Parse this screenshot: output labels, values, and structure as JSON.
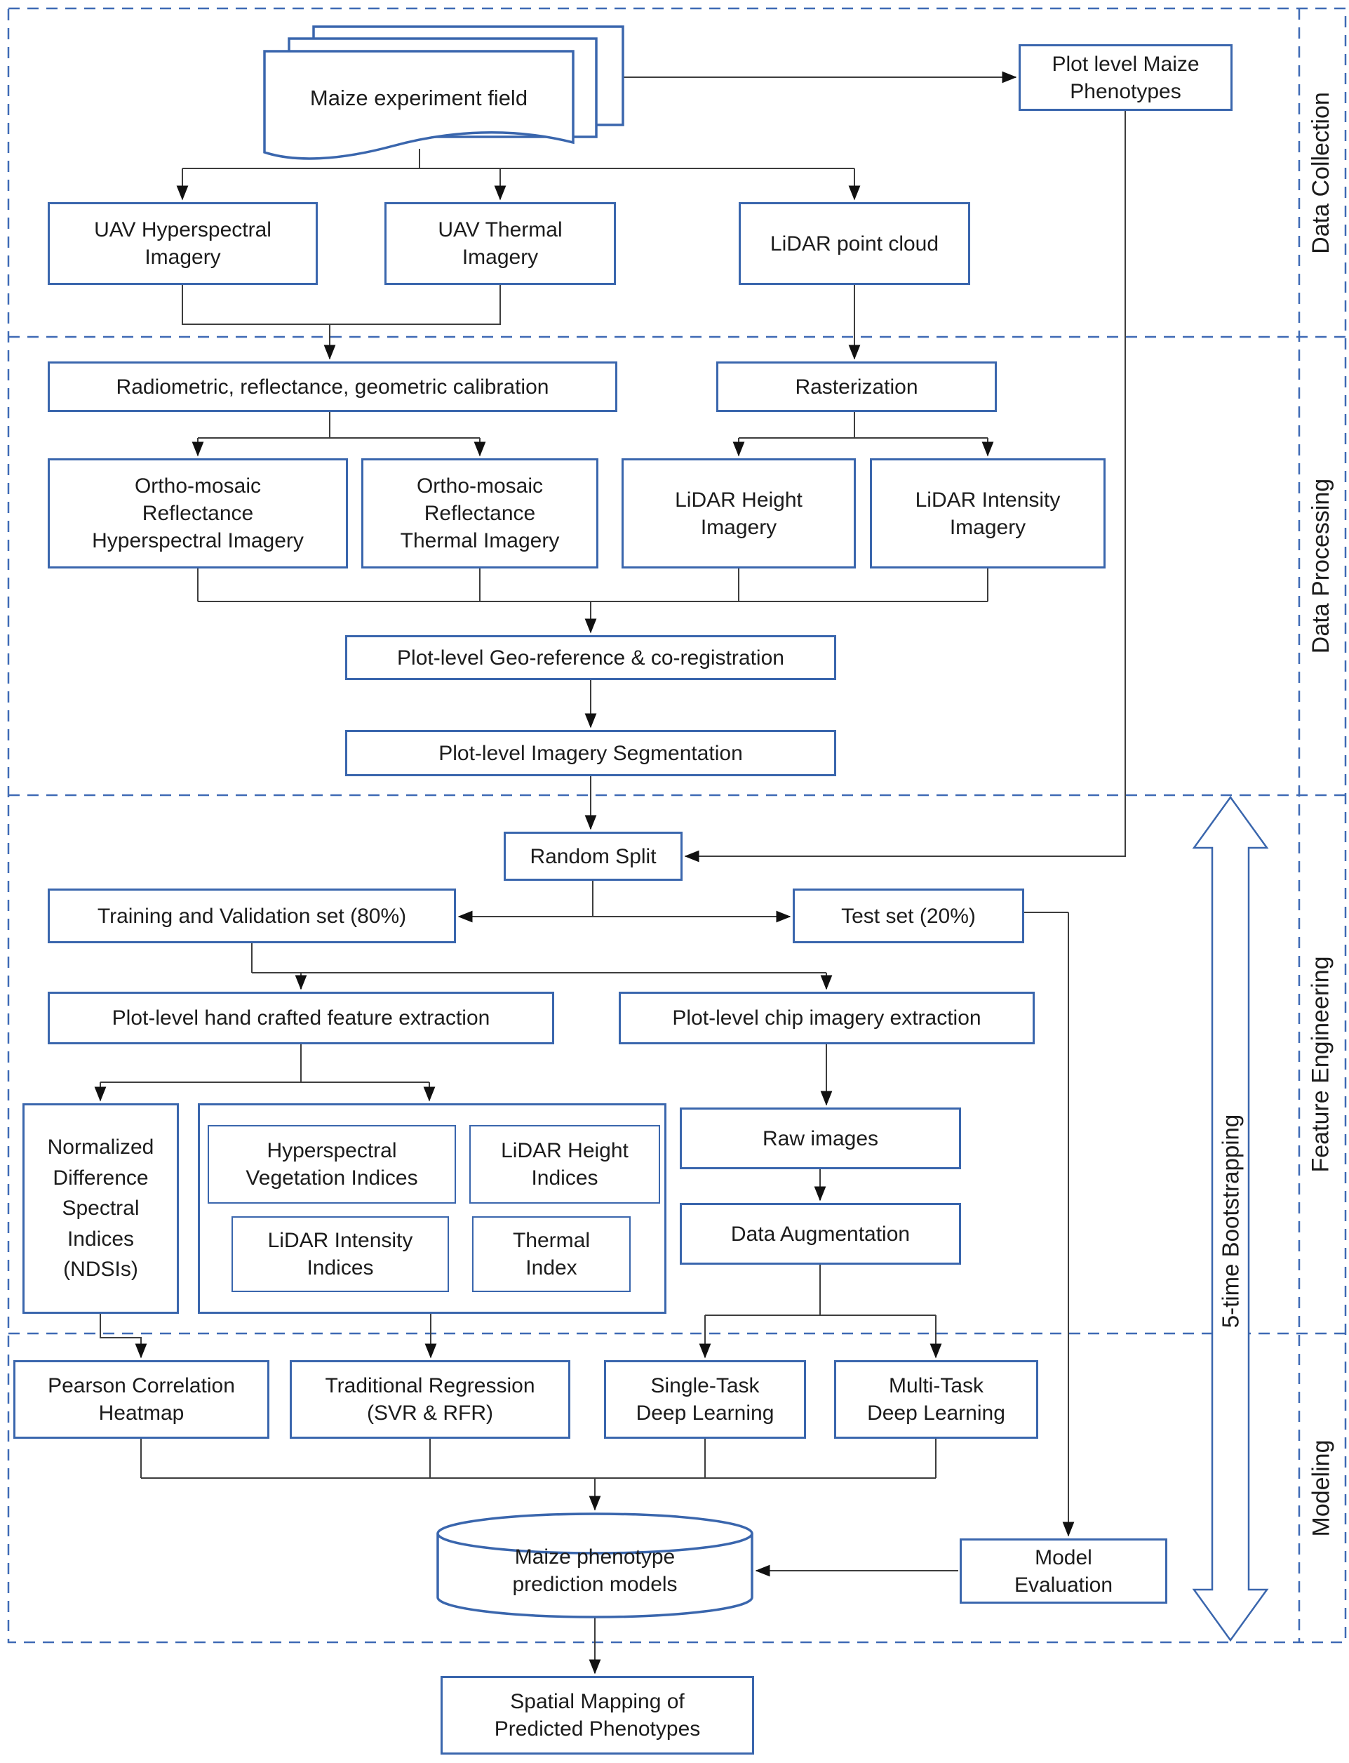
{
  "figure": {
    "sections": {
      "data_collection": "Data Collection",
      "data_processing": "Data Processing",
      "feature_engineering": "Feature Engineering",
      "modeling": "Modeling"
    },
    "bootstrap_arrow_label": "5-time Bootstrapping",
    "nodes": {
      "maize_field": "Maize experiment field",
      "plot_phenotypes": "Plot level Maize\nPhenotypes",
      "uav_hyper": "UAV Hyperspectral\nImagery",
      "uav_thermal": "UAV Thermal\nImagery",
      "lidar_point_cloud": "LiDAR point cloud",
      "calibration": "Radiometric, reflectance, geometric calibration",
      "rasterization": "Rasterization",
      "ortho_hyper": "Ortho-mosaic\nReflectance\nHyperspectral Imagery",
      "ortho_thermal": "Ortho-mosaic\nReflectance\nThermal Imagery",
      "lidar_height_imagery": "LiDAR Height\nImagery",
      "lidar_intensity_imagery": "LiDAR Intensity\nImagery",
      "georeference": "Plot-level Geo-reference & co-registration",
      "segmentation": "Plot-level Imagery Segmentation",
      "random_split": "Random Split",
      "training_set": "Training and Validation set (80%)",
      "test_set": "Test set (20%)",
      "handcrafted_extraction": "Plot-level hand crafted feature extraction",
      "chip_extraction": "Plot-level chip imagery extraction",
      "ndsi": "Normalized\nDifference\nSpectral\nIndices\n(NDSIs)",
      "hyperspectral_vi": "Hyperspectral\nVegetation Indices",
      "lidar_height_indices": "LiDAR Height\nIndices",
      "lidar_intensity_indices": "LiDAR Intensity\nIndices",
      "thermal_index": "Thermal\nIndex",
      "raw_images": "Raw images",
      "data_augmentation": "Data Augmentation",
      "pearson": "Pearson Correlation\nHeatmap",
      "traditional_regression": "Traditional Regression\n(SVR & RFR)",
      "single_task": "Single-Task\nDeep Learning",
      "multi_task": "Multi-Task\nDeep Learning",
      "prediction_models": "Maize phenotype\nprediction models",
      "model_evaluation": "Model\nEvaluation",
      "spatial_mapping": "Spatial Mapping of\nPredicted Phenotypes"
    },
    "colors": {
      "box_border": "#3a66ad",
      "dashed_border": "#3f6ab5",
      "connector": "#3d3d3d",
      "arrowhead": "#111111",
      "text": "#1c1c1c"
    }
  }
}
